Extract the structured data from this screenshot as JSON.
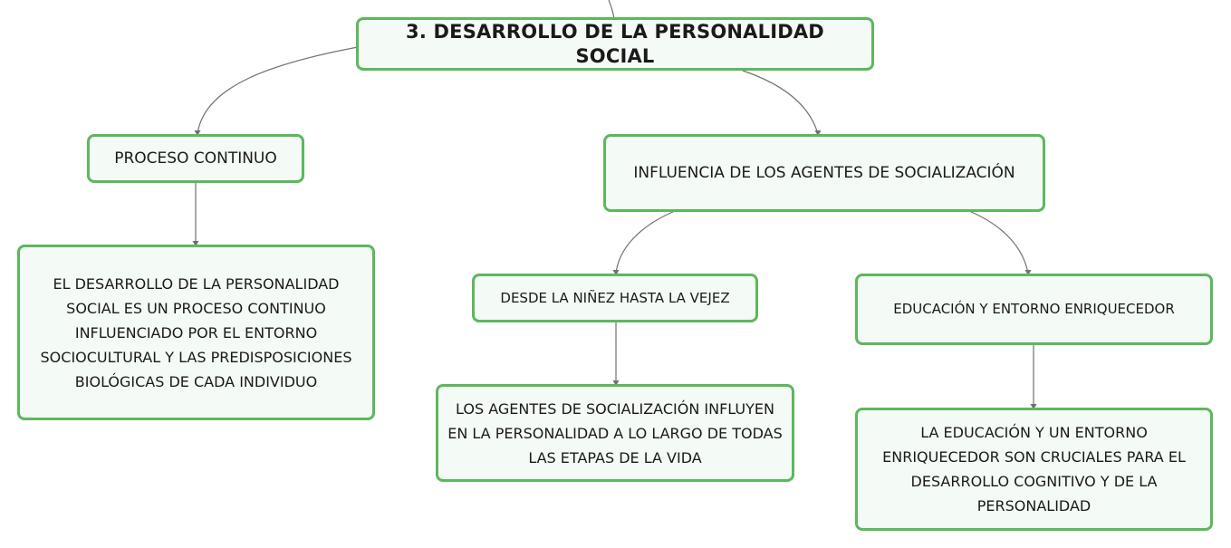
{
  "colors": {
    "border": "#5cb85c",
    "fill": "#f4faf5",
    "connector": "#707070"
  },
  "root": {
    "label": "3. DESARROLLO DE LA PERSONALIDAD SOCIAL"
  },
  "left": {
    "label": "PROCESO CONTINUO",
    "detail": "EL DESARROLLO DE LA PERSONALIDAD SOCIAL ES UN PROCESO CONTINUO INFLUENCIADO POR EL ENTORNO SOCIOCULTURAL Y LAS PREDISPOSICIONES BIOLÓGICAS DE CADA INDIVIDUO"
  },
  "right": {
    "label": "INFLUENCIA DE LOS AGENTES DE SOCIALIZACIÓN",
    "children": [
      {
        "label": "DESDE LA NIÑEZ HASTA LA VEJEZ",
        "detail": "LOS AGENTES DE SOCIALIZACIÓN INFLUYEN EN LA PERSONALIDAD A LO LARGO DE TODAS LAS ETAPAS DE LA VIDA"
      },
      {
        "label": "EDUCACIÓN Y ENTORNO ENRIQUECEDOR",
        "detail": "LA EDUCACIÓN Y UN ENTORNO ENRIQUECEDOR SON CRUCIALES PARA EL DESARROLLO COGNITIVO Y DE LA PERSONALIDAD"
      }
    ]
  }
}
